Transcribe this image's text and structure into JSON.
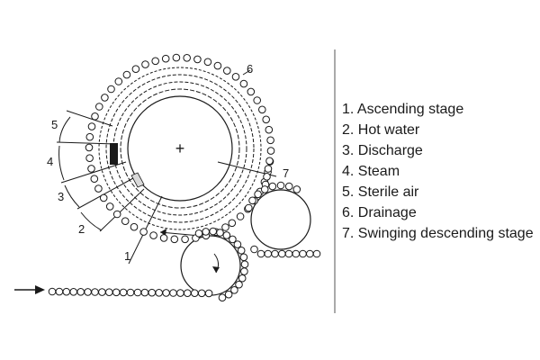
{
  "diagram": {
    "colors": {
      "line": "#1a1a1a",
      "bead_fill": "#ffffff",
      "band_dark": "#1a1a1a",
      "band_light": "#d9d9d9"
    },
    "stage_numbers": [
      "1",
      "2",
      "3",
      "4",
      "5",
      "6",
      "7"
    ],
    "center_mark": "+"
  },
  "legend": {
    "items": [
      "1. Ascending stage",
      "2. Hot water",
      "3. Discharge",
      "4. Steam",
      "5. Sterile air",
      "6. Drainage",
      "7. Swinging descending stage"
    ]
  }
}
